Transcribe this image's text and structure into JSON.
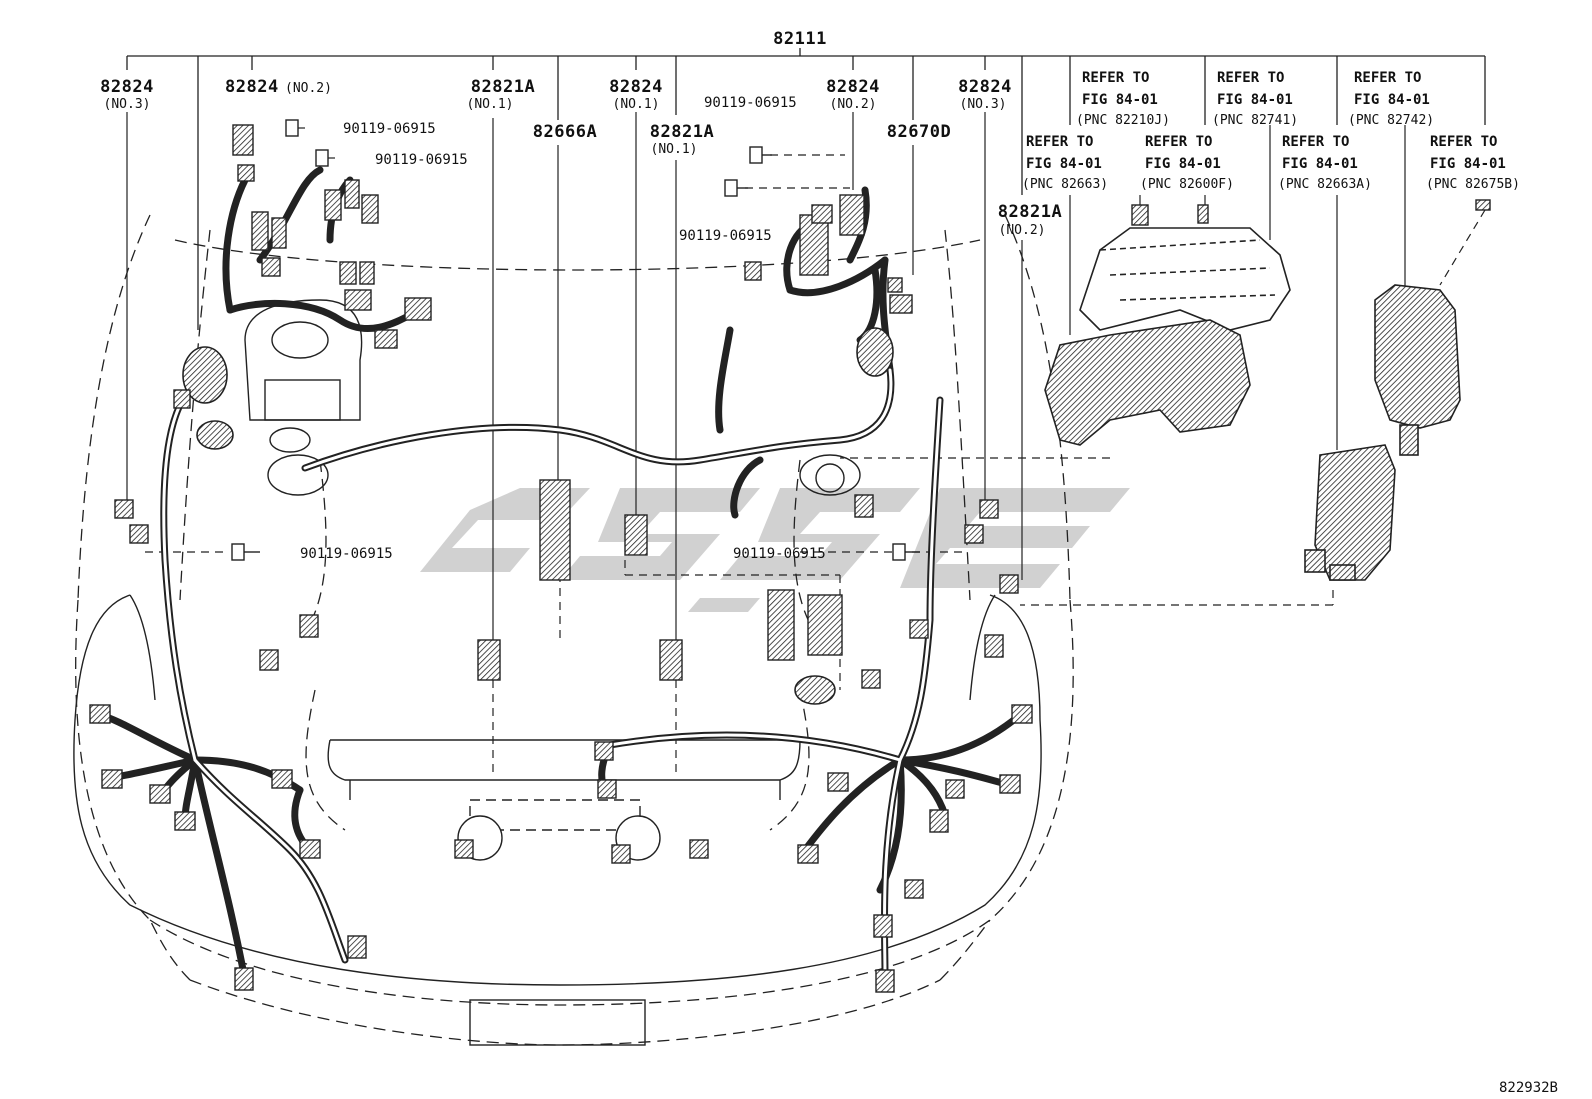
{
  "diagram": {
    "main_part": "82111",
    "figure_code": "822932B",
    "part_labels": [
      {
        "id": "p-82824-no3-left",
        "number": "82824",
        "sub": "(NO.3)"
      },
      {
        "id": "p-82824-no2-left",
        "number": "82824",
        "sub": "(NO.2)"
      },
      {
        "id": "p-82821a-no1-left",
        "number": "82821A",
        "sub": "(NO.1)"
      },
      {
        "id": "p-82824-no1",
        "number": "82824",
        "sub": "(NO.1)"
      },
      {
        "id": "p-82666a",
        "number": "82666A",
        "sub": ""
      },
      {
        "id": "p-82821a-no1-mid",
        "number": "82821A",
        "sub": "(NO.1)"
      },
      {
        "id": "p-82824-no2-mid",
        "number": "82824",
        "sub": "(NO.2)"
      },
      {
        "id": "p-82670d",
        "number": "82670D",
        "sub": ""
      },
      {
        "id": "p-82824-no3-right",
        "number": "82824",
        "sub": "(NO.3)"
      },
      {
        "id": "p-82821a-no2",
        "number": "82821A",
        "sub": "(NO.2)"
      }
    ],
    "bolt_labels": [
      {
        "id": "b1",
        "code": "90119-06915"
      },
      {
        "id": "b2",
        "code": "90119-06915"
      },
      {
        "id": "b3",
        "code": "90119-06915"
      },
      {
        "id": "b4",
        "code": "90119-06915"
      },
      {
        "id": "b5",
        "code": "90119-06915"
      },
      {
        "id": "b6",
        "code": "90119-06915"
      }
    ],
    "refer_labels": [
      {
        "id": "r1",
        "l1": "REFER TO",
        "l2": "FIG 84-01",
        "l3": "(PNC 82210J)"
      },
      {
        "id": "r2",
        "l1": "REFER TO",
        "l2": "FIG 84-01",
        "l3": "(PNC 82741)"
      },
      {
        "id": "r3",
        "l1": "REFER TO",
        "l2": "FIG 84-01",
        "l3": "(PNC 82742)"
      },
      {
        "id": "r4",
        "l1": "REFER TO",
        "l2": "FIG 84-01",
        "l3": "(PNC 82663)"
      },
      {
        "id": "r5",
        "l1": "REFER TO",
        "l2": "FIG 84-01",
        "l3": "(PNC 82600F)"
      },
      {
        "id": "r6",
        "l1": "REFER TO",
        "l2": "FIG 84-01",
        "l3": "(PNC 82663A)"
      },
      {
        "id": "r7",
        "l1": "REFER TO",
        "l2": "FIG 84-01",
        "l3": "(PNC 82675B)"
      }
    ]
  }
}
